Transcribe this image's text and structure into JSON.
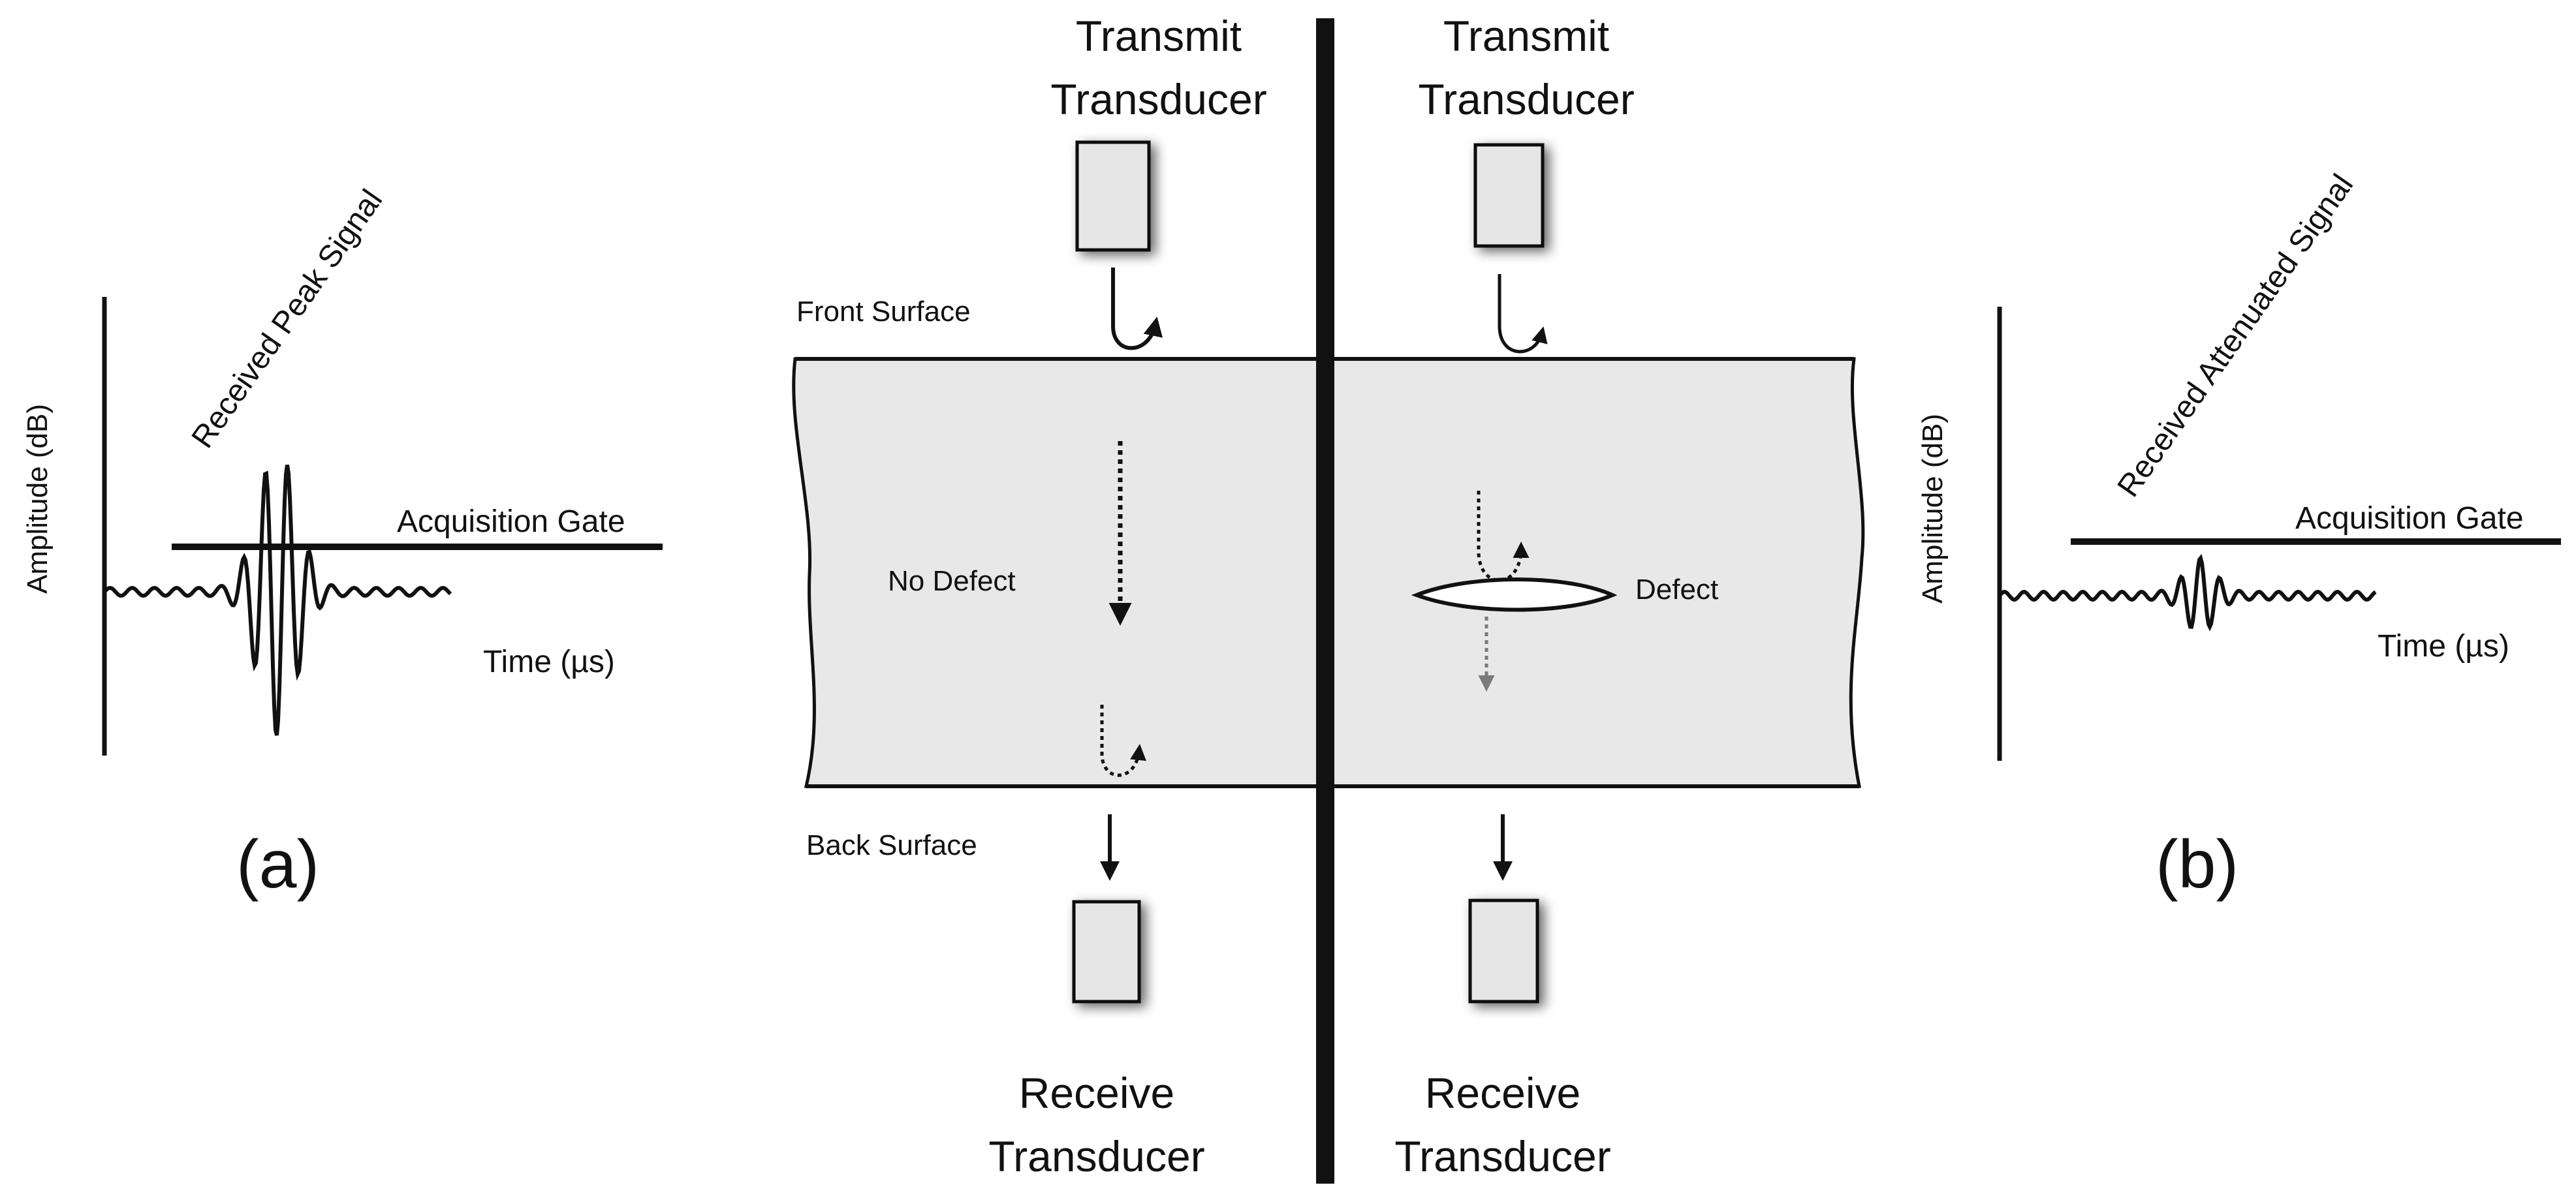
{
  "colors": {
    "ink": "#111111",
    "plate_fill": "#e8e8e8",
    "transducer_fill": "#e6e6e6",
    "transmitted_arrow": "#7a7a7a",
    "background": "#ffffff"
  },
  "left_plot": {
    "panel_label": "(a)",
    "y_axis_label": "Amplitude (dB)",
    "x_axis_label": "Time (µs)",
    "gate_label": "Acquisition Gate",
    "signal_label": "Received Peak Signal"
  },
  "right_plot": {
    "panel_label": "(b)",
    "y_axis_label": "Amplitude (dB)",
    "x_axis_label": "Time (µs)",
    "gate_label": "Acquisition Gate",
    "signal_label": "Received Attenuated Signal"
  },
  "left_setup": {
    "transmit_label_line1": "Transmit",
    "transmit_label_line2": "Transducer",
    "receive_label_line1": "Receive",
    "receive_label_line2": "Transducer",
    "front_surface_label": "Front Surface",
    "back_surface_label": "Back Surface",
    "condition_label": "No Defect"
  },
  "right_setup": {
    "transmit_label_line1": "Transmit",
    "transmit_label_line2": "Transducer",
    "receive_label_line1": "Receive",
    "receive_label_line2": "Transducer",
    "defect_label": "Defect"
  }
}
